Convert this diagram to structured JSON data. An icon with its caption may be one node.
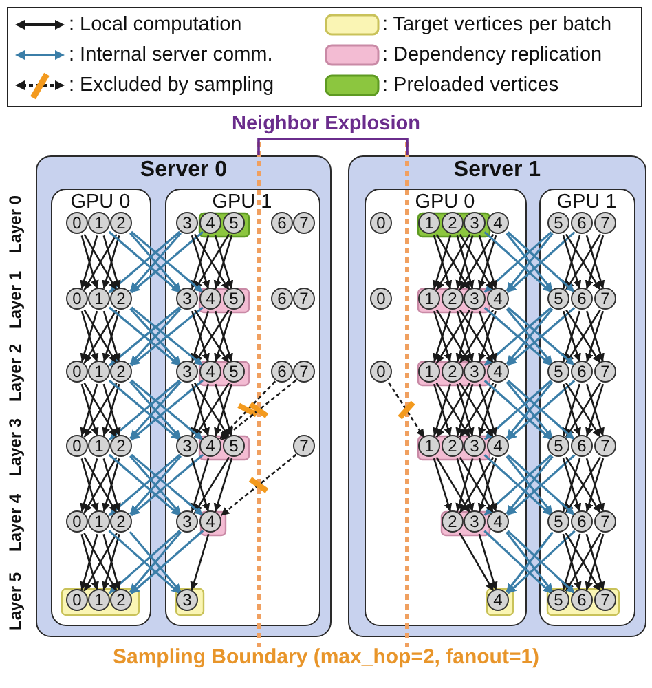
{
  "diagram": {
    "nodes": [
      {
        "text": [
          "Server 0"
        ]
      },
      {
        "text": [
          "GPU 0"
        ],
        "in": 0
      },
      {
        "text": [
          "GPU 1"
        ],
        "in": 0
      },
      {
        "text": [
          "0"
        ],
        "in": 1
      },
      {
        "text": [
          "1"
        ],
        "in": 1
      },
      {
        "text": [
          "2"
        ],
        "in": 1
      },
      {
        "text": [
          "3"
        ],
        "in": 2
      },
      {
        "text": [
          "4"
        ],
        "in": 2
      },
      {
        "text": [
          "5"
        ],
        "in": 2
      },
      {
        "text": [
          "6"
        ],
        "in": 2
      },
      {
        "text": [
          "7"
        ],
        "in": 2
      },
      {
        "text": [
          "0"
        ],
        "in": 1
      },
      {
        "text": [
          "1"
        ],
        "in": 1
      },
      {
        "text": [
          "2"
        ],
        "in": 1
      },
      {
        "text": [
          "3"
        ],
        "in": 2
      },
      {
        "text": [
          "4"
        ],
        "in": 2
      },
      {
        "text": [
          "5"
        ],
        "in": 2
      },
      {
        "text": [
          "6"
        ],
        "in": 2
      },
      {
        "text": [
          "7"
        ],
        "in": 2
      },
      {
        "text": [
          "0"
        ],
        "in": 1
      },
      {
        "text": [
          "1"
        ],
        "in": 1
      },
      {
        "text": [
          "2"
        ],
        "in": 1
      },
      {
        "text": [
          "3"
        ],
        "in": 2
      },
      {
        "text": [
          "4"
        ],
        "in": 2
      },
      {
        "text": [
          "5"
        ],
        "in": 2
      },
      {
        "text": [
          "6"
        ],
        "in": 2
      },
      {
        "text": [
          "7"
        ],
        "in": 2
      },
      {
        "text": [
          "0"
        ],
        "in": 1
      },
      {
        "text": [
          "1"
        ],
        "in": 1
      },
      {
        "text": [
          "2"
        ],
        "in": 1
      },
      {
        "text": [
          "3"
        ],
        "in": 2
      },
      {
        "text": [
          "4"
        ],
        "in": 2
      },
      {
        "text": [
          "5"
        ],
        "in": 2
      },
      {
        "text": [
          "7"
        ],
        "in": 2
      },
      {
        "text": [
          "0"
        ],
        "in": 1
      },
      {
        "text": [
          "1"
        ],
        "in": 1
      },
      {
        "text": [
          "2"
        ],
        "in": 1
      },
      {
        "text": [
          "3"
        ],
        "in": 2
      },
      {
        "text": [
          "4"
        ],
        "in": 2
      },
      {
        "text": [
          "0"
        ],
        "in": 1
      },
      {
        "text": [
          "1"
        ],
        "in": 1
      },
      {
        "text": [
          "2"
        ],
        "in": 1
      },
      {
        "text": [
          "3"
        ],
        "in": 2
      },
      {
        "text": [
          "Server 1"
        ]
      },
      {
        "text": [
          "GPU 0"
        ],
        "in": 43
      },
      {
        "text": [
          "GPU 1"
        ],
        "in": 43
      },
      {
        "text": [
          "0"
        ],
        "in": 44
      },
      {
        "text": [
          "1"
        ],
        "in": 44
      },
      {
        "text": [
          "2"
        ],
        "in": 44
      },
      {
        "text": [
          "3"
        ],
        "in": 44
      },
      {
        "text": [
          "4"
        ],
        "in": 44
      },
      {
        "text": [
          "5"
        ],
        "in": 45
      },
      {
        "text": [
          "6"
        ],
        "in": 45
      },
      {
        "text": [
          "7"
        ],
        "in": 45
      },
      {
        "text": [
          "0"
        ],
        "in": 44
      },
      {
        "text": [
          "1"
        ],
        "in": 44
      },
      {
        "text": [
          "2"
        ],
        "in": 44
      },
      {
        "text": [
          "3"
        ],
        "in": 44
      },
      {
        "text": [
          "4"
        ],
        "in": 44
      },
      {
        "text": [
          "5"
        ],
        "in": 45
      },
      {
        "text": [
          "6"
        ],
        "in": 45
      },
      {
        "text": [
          "7"
        ],
        "in": 45
      },
      {
        "text": [
          "0"
        ],
        "in": 44
      },
      {
        "text": [
          "1"
        ],
        "in": 44
      },
      {
        "text": [
          "2"
        ],
        "in": 44
      },
      {
        "text": [
          "3"
        ],
        "in": 44
      },
      {
        "text": [
          "4"
        ],
        "in": 44
      },
      {
        "text": [
          "5"
        ],
        "in": 45
      },
      {
        "text": [
          "6"
        ],
        "in": 45
      },
      {
        "text": [
          "7"
        ],
        "in": 45
      },
      {
        "text": [
          "1"
        ],
        "in": 44
      },
      {
        "text": [
          "2"
        ],
        "in": 44
      },
      {
        "text": [
          "3"
        ],
        "in": 44
      },
      {
        "text": [
          "4"
        ],
        "in": 44
      },
      {
        "text": [
          "5"
        ],
        "in": 45
      },
      {
        "text": [
          "6"
        ],
        "in": 45
      },
      {
        "text": [
          "7"
        ],
        "in": 45
      },
      {
        "text": [
          "2"
        ],
        "in": 44
      },
      {
        "text": [
          "3"
        ],
        "in": 44
      },
      {
        "text": [
          "4"
        ],
        "in": 44
      },
      {
        "text": [
          "5"
        ],
        "in": 45
      },
      {
        "text": [
          "6"
        ],
        "in": 45
      },
      {
        "text": [
          "7"
        ],
        "in": 45
      },
      {
        "text": [
          "4"
        ],
        "in": 44
      },
      {
        "text": [
          "5"
        ],
        "in": 45
      },
      {
        "text": [
          "6"
        ],
        "in": 45
      },
      {
        "text": [
          "7"
        ],
        "in": 45
      }
    ],
    "edges": [
      {
        "from": 4,
        "to": 11,
        "arrow": "to"
      },
      {
        "from": 5,
        "to": 11,
        "arrow": "to"
      },
      {
        "from": 3,
        "to": 12,
        "arrow": "to"
      },
      {
        "from": 5,
        "to": 12,
        "arrow": "to"
      },
      {
        "from": 6,
        "to": 12,
        "arrow": "to",
        "color": "#3b7ea8"
      },
      {
        "from": 3,
        "to": 13,
        "arrow": "to"
      },
      {
        "from": 4,
        "to": 13,
        "arrow": "to"
      },
      {
        "from": 6,
        "to": 13,
        "arrow": "to",
        "color": "#3b7ea8"
      },
      {
        "from": 7,
        "to": 13,
        "arrow": "to",
        "color": "#3b7ea8"
      },
      {
        "from": 4,
        "to": 14,
        "arrow": "to",
        "color": "#3b7ea8"
      },
      {
        "from": 5,
        "to": 14,
        "arrow": "to",
        "color": "#3b7ea8"
      },
      {
        "from": 7,
        "to": 14,
        "arrow": "to"
      },
      {
        "from": 8,
        "to": 14,
        "arrow": "to"
      },
      {
        "from": 5,
        "to": 15,
        "arrow": "to",
        "color": "#3b7ea8"
      },
      {
        "from": 6,
        "to": 15,
        "arrow": "to"
      },
      {
        "from": 8,
        "to": 15,
        "arrow": "to"
      },
      {
        "from": 6,
        "to": 16,
        "arrow": "to"
      },
      {
        "from": 7,
        "to": 16,
        "arrow": "to"
      },
      {
        "from": 12,
        "to": 19,
        "arrow": "to"
      },
      {
        "from": 13,
        "to": 19,
        "arrow": "to"
      },
      {
        "from": 11,
        "to": 20,
        "arrow": "to"
      },
      {
        "from": 13,
        "to": 20,
        "arrow": "to"
      },
      {
        "from": 14,
        "to": 20,
        "arrow": "to",
        "color": "#3b7ea8"
      },
      {
        "from": 11,
        "to": 21,
        "arrow": "to"
      },
      {
        "from": 12,
        "to": 21,
        "arrow": "to"
      },
      {
        "from": 14,
        "to": 21,
        "arrow": "to",
        "color": "#3b7ea8"
      },
      {
        "from": 15,
        "to": 21,
        "arrow": "to",
        "color": "#3b7ea8"
      },
      {
        "from": 12,
        "to": 22,
        "arrow": "to",
        "color": "#3b7ea8"
      },
      {
        "from": 13,
        "to": 22,
        "arrow": "to",
        "color": "#3b7ea8"
      },
      {
        "from": 15,
        "to": 22,
        "arrow": "to"
      },
      {
        "from": 16,
        "to": 22,
        "arrow": "to"
      },
      {
        "from": 13,
        "to": 23,
        "arrow": "to",
        "color": "#3b7ea8"
      },
      {
        "from": 14,
        "to": 23,
        "arrow": "to"
      },
      {
        "from": 16,
        "to": 23,
        "arrow": "to"
      },
      {
        "from": 14,
        "to": 24,
        "arrow": "to"
      },
      {
        "from": 15,
        "to": 24,
        "arrow": "to"
      },
      {
        "from": 20,
        "to": 27,
        "arrow": "to"
      },
      {
        "from": 21,
        "to": 27,
        "arrow": "to"
      },
      {
        "from": 19,
        "to": 28,
        "arrow": "to"
      },
      {
        "from": 21,
        "to": 28,
        "arrow": "to"
      },
      {
        "from": 22,
        "to": 28,
        "arrow": "to",
        "color": "#3b7ea8"
      },
      {
        "from": 19,
        "to": 29,
        "arrow": "to"
      },
      {
        "from": 20,
        "to": 29,
        "arrow": "to"
      },
      {
        "from": 22,
        "to": 29,
        "arrow": "to",
        "color": "#3b7ea8"
      },
      {
        "from": 23,
        "to": 29,
        "arrow": "to",
        "color": "#3b7ea8"
      },
      {
        "from": 20,
        "to": 30,
        "arrow": "to",
        "color": "#3b7ea8"
      },
      {
        "from": 21,
        "to": 30,
        "arrow": "to",
        "color": "#3b7ea8"
      },
      {
        "from": 23,
        "to": 30,
        "arrow": "to"
      },
      {
        "from": 24,
        "to": 30,
        "arrow": "to"
      },
      {
        "from": 21,
        "to": 31,
        "arrow": "to",
        "color": "#3b7ea8"
      },
      {
        "from": 22,
        "to": 31,
        "arrow": "to"
      },
      {
        "from": 24,
        "to": 31,
        "arrow": "to"
      },
      {
        "from": 22,
        "to": 32,
        "arrow": "to"
      },
      {
        "from": 23,
        "to": 32,
        "arrow": "to"
      },
      {
        "from": 25,
        "to": 31,
        "arrow": "to",
        "style": "dashed"
      },
      {
        "from": 26,
        "to": 31,
        "arrow": "to",
        "style": "dashed"
      },
      {
        "from": 28,
        "to": 34,
        "arrow": "to"
      },
      {
        "from": 29,
        "to": 34,
        "arrow": "to"
      },
      {
        "from": 27,
        "to": 35,
        "arrow": "to"
      },
      {
        "from": 29,
        "to": 35,
        "arrow": "to"
      },
      {
        "from": 30,
        "to": 35,
        "arrow": "to",
        "color": "#3b7ea8"
      },
      {
        "from": 27,
        "to": 36,
        "arrow": "to"
      },
      {
        "from": 28,
        "to": 36,
        "arrow": "to"
      },
      {
        "from": 30,
        "to": 36,
        "arrow": "to",
        "color": "#3b7ea8"
      },
      {
        "from": 31,
        "to": 36,
        "arrow": "to",
        "color": "#3b7ea8"
      },
      {
        "from": 28,
        "to": 37,
        "arrow": "to",
        "color": "#3b7ea8"
      },
      {
        "from": 29,
        "to": 37,
        "arrow": "to",
        "color": "#3b7ea8"
      },
      {
        "from": 31,
        "to": 37,
        "arrow": "to"
      },
      {
        "from": 32,
        "to": 37,
        "arrow": "to"
      },
      {
        "from": 29,
        "to": 38,
        "arrow": "to",
        "color": "#3b7ea8"
      },
      {
        "from": 30,
        "to": 38,
        "arrow": "to"
      },
      {
        "from": 32,
        "to": 38,
        "arrow": "to"
      },
      {
        "from": 33,
        "to": 38,
        "arrow": "to",
        "style": "dashed"
      },
      {
        "from": 35,
        "to": 39,
        "arrow": "to"
      },
      {
        "from": 36,
        "to": 39,
        "arrow": "to"
      },
      {
        "from": 34,
        "to": 40,
        "arrow": "to"
      },
      {
        "from": 36,
        "to": 40,
        "arrow": "to"
      },
      {
        "from": 37,
        "to": 40,
        "arrow": "to",
        "color": "#3b7ea8"
      },
      {
        "from": 34,
        "to": 41,
        "arrow": "to"
      },
      {
        "from": 35,
        "to": 41,
        "arrow": "to"
      },
      {
        "from": 37,
        "to": 41,
        "arrow": "to",
        "color": "#3b7ea8"
      },
      {
        "from": 38,
        "to": 41,
        "arrow": "to",
        "color": "#3b7ea8"
      },
      {
        "from": 35,
        "to": 42,
        "arrow": "to",
        "color": "#3b7ea8"
      },
      {
        "from": 36,
        "to": 42,
        "arrow": "to",
        "color": "#3b7ea8"
      },
      {
        "from": 38,
        "to": 42,
        "arrow": "to"
      },
      {
        "from": 48,
        "to": 55,
        "arrow": "to"
      },
      {
        "from": 49,
        "to": 55,
        "arrow": "to"
      },
      {
        "from": 47,
        "to": 56,
        "arrow": "to"
      },
      {
        "from": 49,
        "to": 56,
        "arrow": "to"
      },
      {
        "from": 50,
        "to": 56,
        "arrow": "to"
      },
      {
        "from": 47,
        "to": 57,
        "arrow": "to"
      },
      {
        "from": 48,
        "to": 57,
        "arrow": "to"
      },
      {
        "from": 50,
        "to": 57,
        "arrow": "to"
      },
      {
        "from": 51,
        "to": 57,
        "arrow": "to",
        "color": "#3b7ea8"
      },
      {
        "from": 48,
        "to": 58,
        "arrow": "to"
      },
      {
        "from": 49,
        "to": 58,
        "arrow": "to"
      },
      {
        "from": 51,
        "to": 58,
        "arrow": "to",
        "color": "#3b7ea8"
      },
      {
        "from": 52,
        "to": 58,
        "arrow": "to",
        "color": "#3b7ea8"
      },
      {
        "from": 49,
        "to": 59,
        "arrow": "to",
        "color": "#3b7ea8"
      },
      {
        "from": 50,
        "to": 59,
        "arrow": "to",
        "color": "#3b7ea8"
      },
      {
        "from": 52,
        "to": 59,
        "arrow": "to"
      },
      {
        "from": 53,
        "to": 59,
        "arrow": "to"
      },
      {
        "from": 50,
        "to": 60,
        "arrow": "to",
        "color": "#3b7ea8"
      },
      {
        "from": 51,
        "to": 60,
        "arrow": "to"
      },
      {
        "from": 53,
        "to": 60,
        "arrow": "to"
      },
      {
        "from": 51,
        "to": 61,
        "arrow": "to"
      },
      {
        "from": 52,
        "to": 61,
        "arrow": "to"
      },
      {
        "from": 56,
        "to": 63,
        "arrow": "to"
      },
      {
        "from": 57,
        "to": 63,
        "arrow": "to"
      },
      {
        "from": 55,
        "to": 64,
        "arrow": "to"
      },
      {
        "from": 57,
        "to": 64,
        "arrow": "to"
      },
      {
        "from": 58,
        "to": 64,
        "arrow": "to"
      },
      {
        "from": 55,
        "to": 65,
        "arrow": "to"
      },
      {
        "from": 56,
        "to": 65,
        "arrow": "to"
      },
      {
        "from": 58,
        "to": 65,
        "arrow": "to"
      },
      {
        "from": 59,
        "to": 65,
        "arrow": "to",
        "color": "#3b7ea8"
      },
      {
        "from": 56,
        "to": 66,
        "arrow": "to"
      },
      {
        "from": 57,
        "to": 66,
        "arrow": "to"
      },
      {
        "from": 59,
        "to": 66,
        "arrow": "to",
        "color": "#3b7ea8"
      },
      {
        "from": 60,
        "to": 66,
        "arrow": "to",
        "color": "#3b7ea8"
      },
      {
        "from": 57,
        "to": 67,
        "arrow": "to",
        "color": "#3b7ea8"
      },
      {
        "from": 58,
        "to": 67,
        "arrow": "to",
        "color": "#3b7ea8"
      },
      {
        "from": 60,
        "to": 67,
        "arrow": "to"
      },
      {
        "from": 61,
        "to": 67,
        "arrow": "to"
      },
      {
        "from": 58,
        "to": 68,
        "arrow": "to",
        "color": "#3b7ea8"
      },
      {
        "from": 59,
        "to": 68,
        "arrow": "to"
      },
      {
        "from": 61,
        "to": 68,
        "arrow": "to"
      },
      {
        "from": 59,
        "to": 69,
        "arrow": "to"
      },
      {
        "from": 60,
        "to": 69,
        "arrow": "to"
      },
      {
        "from": 64,
        "to": 70,
        "arrow": "to"
      },
      {
        "from": 65,
        "to": 70,
        "arrow": "to"
      },
      {
        "from": 63,
        "to": 71,
        "arrow": "to"
      },
      {
        "from": 65,
        "to": 71,
        "arrow": "to"
      },
      {
        "from": 66,
        "to": 71,
        "arrow": "to"
      },
      {
        "from": 63,
        "to": 72,
        "arrow": "to"
      },
      {
        "from": 64,
        "to": 72,
        "arrow": "to"
      },
      {
        "from": 66,
        "to": 72,
        "arrow": "to"
      },
      {
        "from": 67,
        "to": 72,
        "arrow": "to",
        "color": "#3b7ea8"
      },
      {
        "from": 64,
        "to": 73,
        "arrow": "to"
      },
      {
        "from": 65,
        "to": 73,
        "arrow": "to"
      },
      {
        "from": 67,
        "to": 73,
        "arrow": "to",
        "color": "#3b7ea8"
      },
      {
        "from": 68,
        "to": 73,
        "arrow": "to",
        "color": "#3b7ea8"
      },
      {
        "from": 65,
        "to": 74,
        "arrow": "to",
        "color": "#3b7ea8"
      },
      {
        "from": 66,
        "to": 74,
        "arrow": "to",
        "color": "#3b7ea8"
      },
      {
        "from": 68,
        "to": 74,
        "arrow": "to"
      },
      {
        "from": 69,
        "to": 74,
        "arrow": "to"
      },
      {
        "from": 66,
        "to": 75,
        "arrow": "to",
        "color": "#3b7ea8"
      },
      {
        "from": 67,
        "to": 75,
        "arrow": "to"
      },
      {
        "from": 69,
        "to": 75,
        "arrow": "to"
      },
      {
        "from": 67,
        "to": 76,
        "arrow": "to"
      },
      {
        "from": 68,
        "to": 76,
        "arrow": "to"
      },
      {
        "from": 62,
        "to": 70,
        "arrow": "to",
        "style": "dashed"
      },
      {
        "from": 70,
        "to": 77,
        "arrow": "to"
      },
      {
        "from": 72,
        "to": 77,
        "arrow": "to"
      },
      {
        "from": 73,
        "to": 77,
        "arrow": "to"
      },
      {
        "from": 70,
        "to": 78,
        "arrow": "to"
      },
      {
        "from": 71,
        "to": 78,
        "arrow": "to"
      },
      {
        "from": 73,
        "to": 78,
        "arrow": "to"
      },
      {
        "from": 74,
        "to": 78,
        "arrow": "to",
        "color": "#3b7ea8"
      },
      {
        "from": 71,
        "to": 79,
        "arrow": "to"
      },
      {
        "from": 72,
        "to": 79,
        "arrow": "to"
      },
      {
        "from": 74,
        "to": 79,
        "arrow": "to",
        "color": "#3b7ea8"
      },
      {
        "from": 75,
        "to": 79,
        "arrow": "to",
        "color": "#3b7ea8"
      },
      {
        "from": 72,
        "to": 80,
        "arrow": "to",
        "color": "#3b7ea8"
      },
      {
        "from": 73,
        "to": 80,
        "arrow": "to",
        "color": "#3b7ea8"
      },
      {
        "from": 75,
        "to": 80,
        "arrow": "to"
      },
      {
        "from": 76,
        "to": 80,
        "arrow": "to"
      },
      {
        "from": 73,
        "to": 81,
        "arrow": "to",
        "color": "#3b7ea8"
      },
      {
        "from": 74,
        "to": 81,
        "arrow": "to"
      },
      {
        "from": 76,
        "to": 81,
        "arrow": "to"
      },
      {
        "from": 74,
        "to": 82,
        "arrow": "to"
      },
      {
        "from": 75,
        "to": 82,
        "arrow": "to"
      },
      {
        "from": 77,
        "to": 83,
        "arrow": "to"
      },
      {
        "from": 78,
        "to": 83,
        "arrow": "to"
      },
      {
        "from": 80,
        "to": 83,
        "arrow": "to",
        "color": "#3b7ea8"
      },
      {
        "from": 81,
        "to": 83,
        "arrow": "to",
        "color": "#3b7ea8"
      },
      {
        "from": 78,
        "to": 84,
        "arrow": "to",
        "color": "#3b7ea8"
      },
      {
        "from": 79,
        "to": 84,
        "arrow": "to",
        "color": "#3b7ea8"
      },
      {
        "from": 81,
        "to": 84,
        "arrow": "to"
      },
      {
        "from": 82,
        "to": 84,
        "arrow": "to"
      },
      {
        "from": 79,
        "to": 85,
        "arrow": "to",
        "color": "#3b7ea8"
      },
      {
        "from": 80,
        "to": 85,
        "arrow": "to"
      },
      {
        "from": 82,
        "to": 85,
        "arrow": "to"
      },
      {
        "from": 80,
        "to": 86,
        "arrow": "to"
      },
      {
        "from": 81,
        "to": 86,
        "arrow": "to"
      }
    ],
    "labels": [
      "Neighbor Explosion",
      "Layer 0",
      "Layer 1",
      "Layer 2",
      "Layer 3",
      "Layer 4",
      "Layer 5",
      "Sampling Boundary (max_hop=2, fanout=1)"
    ],
    "legend": [
      {
        "text": ": Local computation"
      },
      {
        "text": ": Internal server comm."
      },
      {
        "text": ": Excluded by sampling"
      },
      {
        "text": ": Target vertices per batch",
        "color": "#faf5b4"
      },
      {
        "text": ": Dependency replication",
        "color": "#f3bcd3"
      },
      {
        "text": ": Preloaded vertices",
        "color": "#8cc63f"
      }
    ]
  }
}
